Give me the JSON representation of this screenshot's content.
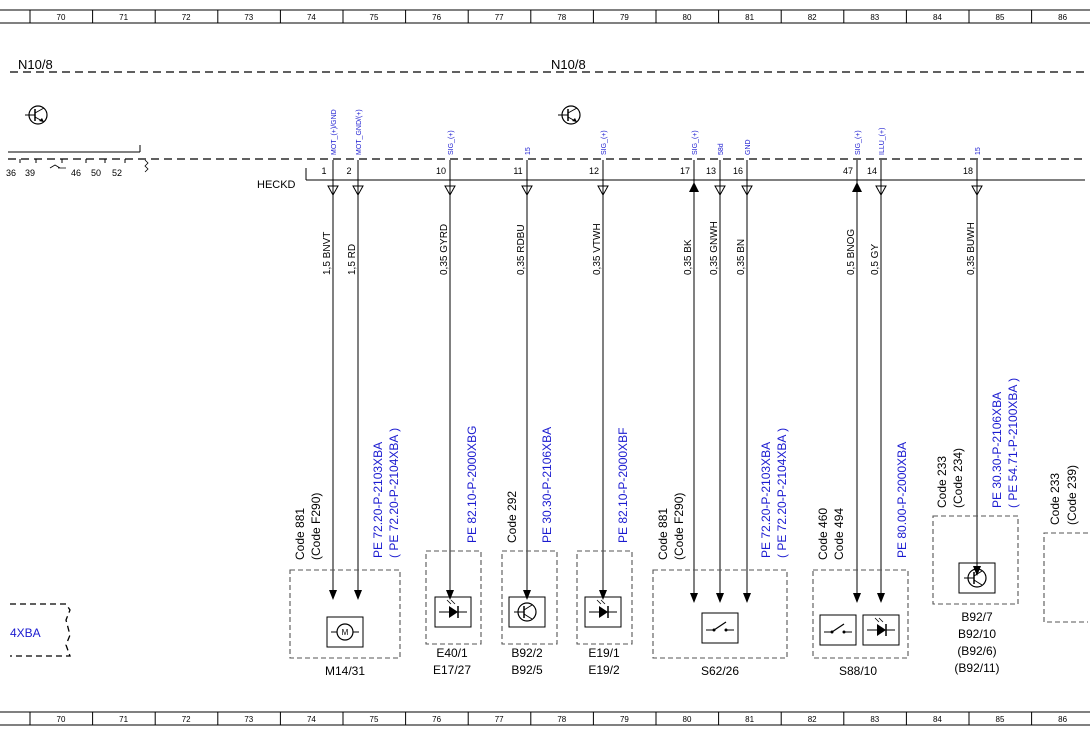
{
  "grid": {
    "columns": [
      "70",
      "71",
      "72",
      "73",
      "74",
      "75",
      "76",
      "77",
      "78",
      "79",
      "80",
      "81",
      "82",
      "83",
      "84",
      "85",
      "86"
    ]
  },
  "module": {
    "name_left": "N10/8",
    "name_right": "N10/8",
    "connector": "HECKD",
    "left_pins": [
      "36",
      "39",
      "46",
      "50",
      "52"
    ]
  },
  "wires": [
    {
      "pin": "1",
      "signal": "MOT_(+)/GND",
      "wire": "1,5 BNVT",
      "arrow": "down"
    },
    {
      "pin": "2",
      "signal": "MOT_GND/(+)",
      "wire": "1,5 RD",
      "arrow": "down"
    },
    {
      "pin": "10",
      "signal": "SIG_(+)",
      "wire": "0,35 GYRD",
      "arrow": "down"
    },
    {
      "pin": "11",
      "signal": "15",
      "wire": "0,35 RDBU",
      "arrow": "down"
    },
    {
      "pin": "12",
      "signal": "SIG_(+)",
      "wire": "0,35 VTWH",
      "arrow": "down"
    },
    {
      "pin": "17",
      "signal": "SIG_(+)",
      "wire": "0,35 BK",
      "arrow": "up"
    },
    {
      "pin": "13",
      "signal": "58d",
      "wire": "0,35 GNWH",
      "arrow": "down"
    },
    {
      "pin": "16",
      "signal": "GND",
      "wire": "0,35 BN",
      "arrow": "down"
    },
    {
      "pin": "47",
      "signal": "SIG_(+)",
      "wire": "0,5 BNOG",
      "arrow": "up"
    },
    {
      "pin": "14",
      "signal": "ILLU_(+)",
      "wire": "0,5 GY",
      "arrow": "down"
    },
    {
      "pin": "18",
      "signal": "15",
      "wire": "0,35 BUWH",
      "arrow": "down"
    }
  ],
  "components": [
    {
      "codes": [
        "Code 881",
        "(Code F290)"
      ],
      "pe": [
        "PE 72.20-P-2103XBA",
        "( PE 72.20-P-2104XBA  )"
      ],
      "labels": [
        "M14/31"
      ],
      "icon": "motor-icon"
    },
    {
      "codes": [],
      "pe": [
        "PE 82.10-P-2000XBG"
      ],
      "labels": [
        "E40/1",
        "E17/27"
      ],
      "icon": "led-icon"
    },
    {
      "codes": [
        "Code 292"
      ],
      "pe": [
        "PE 30.30-P-2106XBA"
      ],
      "labels": [
        "B92/2",
        "B92/5"
      ],
      "icon": "sensor-icon"
    },
    {
      "codes": [],
      "pe": [
        "PE 82.10-P-2000XBF"
      ],
      "labels": [
        "E19/1",
        "E19/2"
      ],
      "icon": "led-icon"
    },
    {
      "codes": [
        "Code 881",
        "(Code F290)"
      ],
      "pe": [
        "PE 72.20-P-2103XBA",
        "( PE 72.20-P-2104XBA  )"
      ],
      "labels": [
        "S62/26"
      ],
      "icon": "switch-icon"
    },
    {
      "codes": [
        "Code 460",
        "Code 494"
      ],
      "pe": [
        "PE 80.00-P-2000XBA"
      ],
      "labels": [
        "S88/10"
      ],
      "icon": "switch-led-icon"
    },
    {
      "codes": [
        "Code 233",
        "(Code 234)"
      ],
      "pe": [
        "PE 30.30-P-2106XBA",
        "( PE 54.71-P-2100XBA  )"
      ],
      "labels": [
        "B92/7",
        "B92/10",
        "(B92/6)",
        "(B92/11)"
      ],
      "icon": "sensor-icon"
    },
    {
      "codes": [
        "Code 233",
        "(Code 239)"
      ],
      "pe": [],
      "labels": [],
      "icon": ""
    }
  ],
  "left_ref": "4XBA"
}
